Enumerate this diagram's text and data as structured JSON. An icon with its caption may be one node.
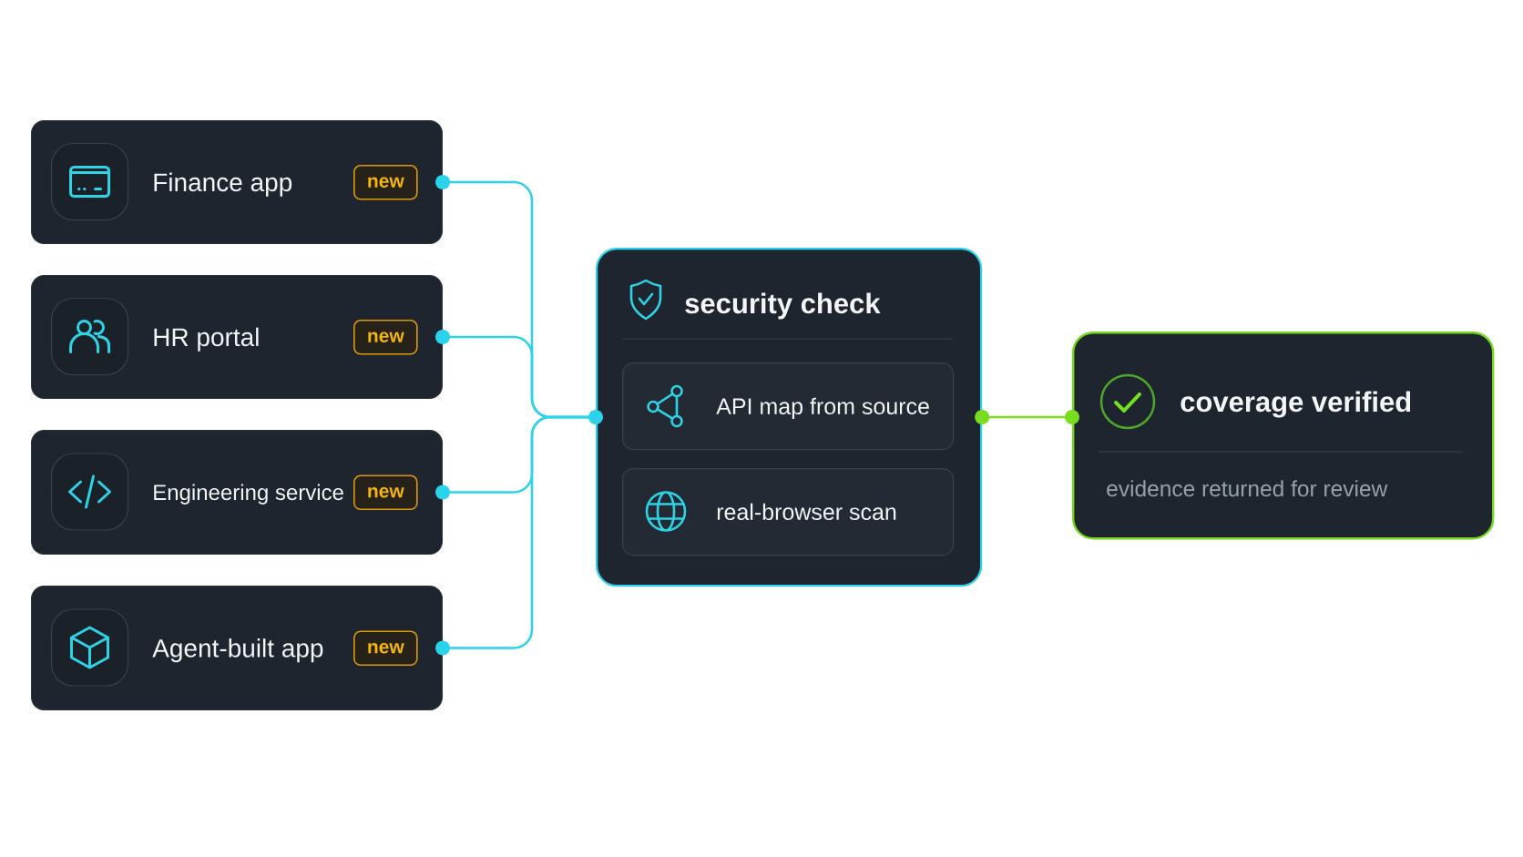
{
  "diagram": {
    "nodes": [
      {
        "text": [
          "Finance app"
        ]
      },
      {
        "text": [
          "new"
        ],
        "in": 0
      },
      {
        "text": [
          "HR portal"
        ]
      },
      {
        "text": [
          "new"
        ],
        "in": 2
      },
      {
        "text": [
          "Engineering service"
        ]
      },
      {
        "text": [
          "new"
        ],
        "in": 4
      },
      {
        "text": [
          "Agent-built app"
        ]
      },
      {
        "text": [
          "new"
        ],
        "in": 6
      },
      {
        "text": [
          "security check"
        ]
      },
      {
        "text": [
          "API map from source"
        ],
        "in": 8
      },
      {
        "text": [
          "real-browser scan"
        ],
        "in": 8
      },
      {
        "text": [
          "coverage verified",
          "evidence returned for review"
        ]
      }
    ],
    "edges": [
      {
        "from": 0,
        "to": 8,
        "arrow": "other"
      },
      {
        "from": 2,
        "to": 8,
        "arrow": "other"
      },
      {
        "from": 4,
        "to": 8,
        "arrow": "other"
      },
      {
        "from": 6,
        "to": 8,
        "arrow": "other"
      },
      {
        "from": 8,
        "to": 11,
        "arrow": "other",
        "color": "#78dd1f"
      }
    ]
  }
}
